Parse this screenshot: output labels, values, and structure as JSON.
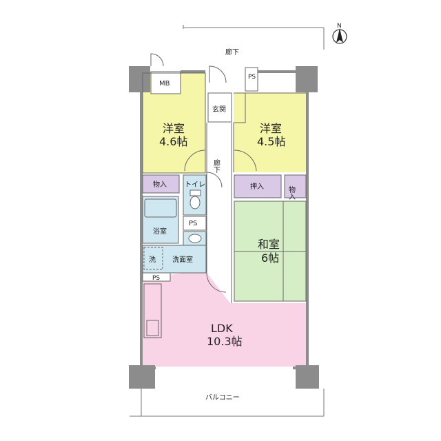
{
  "labels": {
    "corridor_top": "廊下",
    "mb": "MB",
    "ps_top": "PS",
    "entrance": "玄関",
    "hall": "廊下",
    "western1_name": "洋室",
    "western1_size": "4.6帖",
    "western2_name": "洋室",
    "western2_size": "4.5帖",
    "storage_left": "物入",
    "toilet": "トイレ",
    "oshiire": "押入",
    "storage_right": "物入",
    "ps_mid": "PS",
    "bath": "浴室",
    "washer": "洗",
    "washroom": "洗面室",
    "ps_low": "PS",
    "japanese_name": "和室",
    "japanese_size": "6帖",
    "ldk_name": "LDK",
    "ldk_size": "10.3帖",
    "balcony": "バルコニー",
    "north": "N"
  },
  "colors": {
    "western": "#f6f6a8",
    "storage": "#d9c8e6",
    "water": "#cfe7f0",
    "japanese": "#d6eec6",
    "ldk": "#f9d3e6",
    "wall": "#8c8c8c",
    "line": "#666666"
  }
}
